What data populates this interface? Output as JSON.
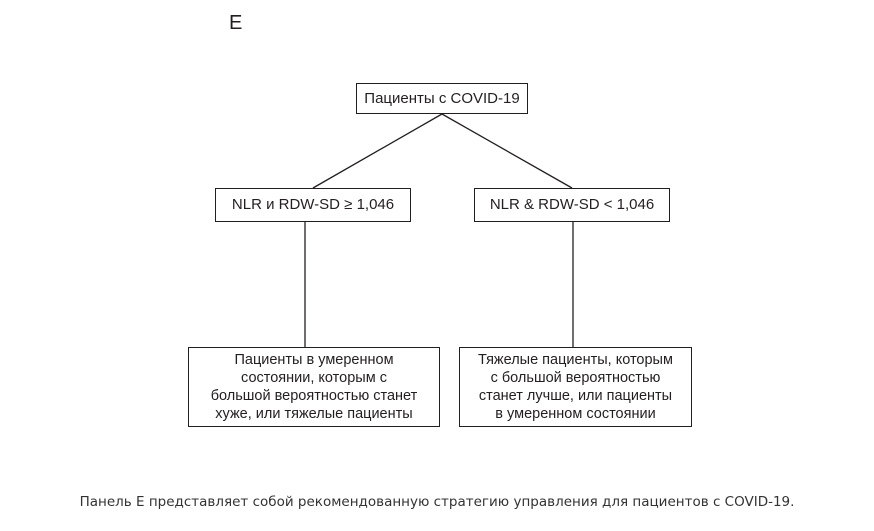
{
  "panel_label": "E",
  "nodes": {
    "root": "Пациенты с COVID-19",
    "left": "NLR и RDW-SD ≥ 1,046",
    "right": "NLR & RDW-SD < 1,046",
    "left_outcome": "Пациенты в умеренном\nсостоянии, которым с\nбольшой вероятностью станет\nхуже, или тяжелые пациенты",
    "right_outcome": "Тяжелые пациенты, которым\nс большой вероятностью\nстанет лучше, или пациенты\nв умеренном состоянии"
  },
  "caption": "Панель E представляет собой рекомендованную стратегию управления для пациентов с COVID-19."
}
